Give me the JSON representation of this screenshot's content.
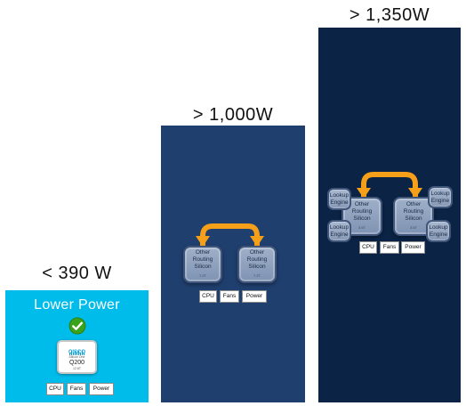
{
  "tiers": [
    {
      "power_label": "< 390 W",
      "title": "Lower Power",
      "check_color": "#3aa31a",
      "chip": {
        "brand": "cisco",
        "subtitle": "Silicon One",
        "model": "Q200",
        "detail": "12.8T"
      },
      "tags": [
        "CPU",
        "Fans",
        "Power"
      ],
      "bg_color": "#00bceb"
    },
    {
      "power_label": "> 1,000W",
      "chips": [
        {
          "label": "Other\nRouting\nSilicon",
          "sub": "7.2T"
        },
        {
          "label": "Other\nRouting\nSilicon",
          "sub": "7.2T"
        }
      ],
      "tags": [
        "CPU",
        "Fans",
        "Power"
      ],
      "bg_color": "#1f3f6e",
      "arrow_color": "#f6a01a"
    },
    {
      "power_label": "> 1,350W",
      "chips": [
        {
          "label": "Other\nRouting\nSilicon",
          "sub": "3.6T"
        },
        {
          "label": "Other\nRouting\nSilicon",
          "sub": "3.6T"
        }
      ],
      "lookup_engines": [
        "Lookup\nEngine",
        "Lookup\nEngine",
        "Lookup\nEngine",
        "Lookup\nEngine"
      ],
      "tags": [
        "CPU",
        "Fans",
        "Power"
      ],
      "bg_color": "#0b2446",
      "arrow_color": "#f6a01a"
    }
  ]
}
